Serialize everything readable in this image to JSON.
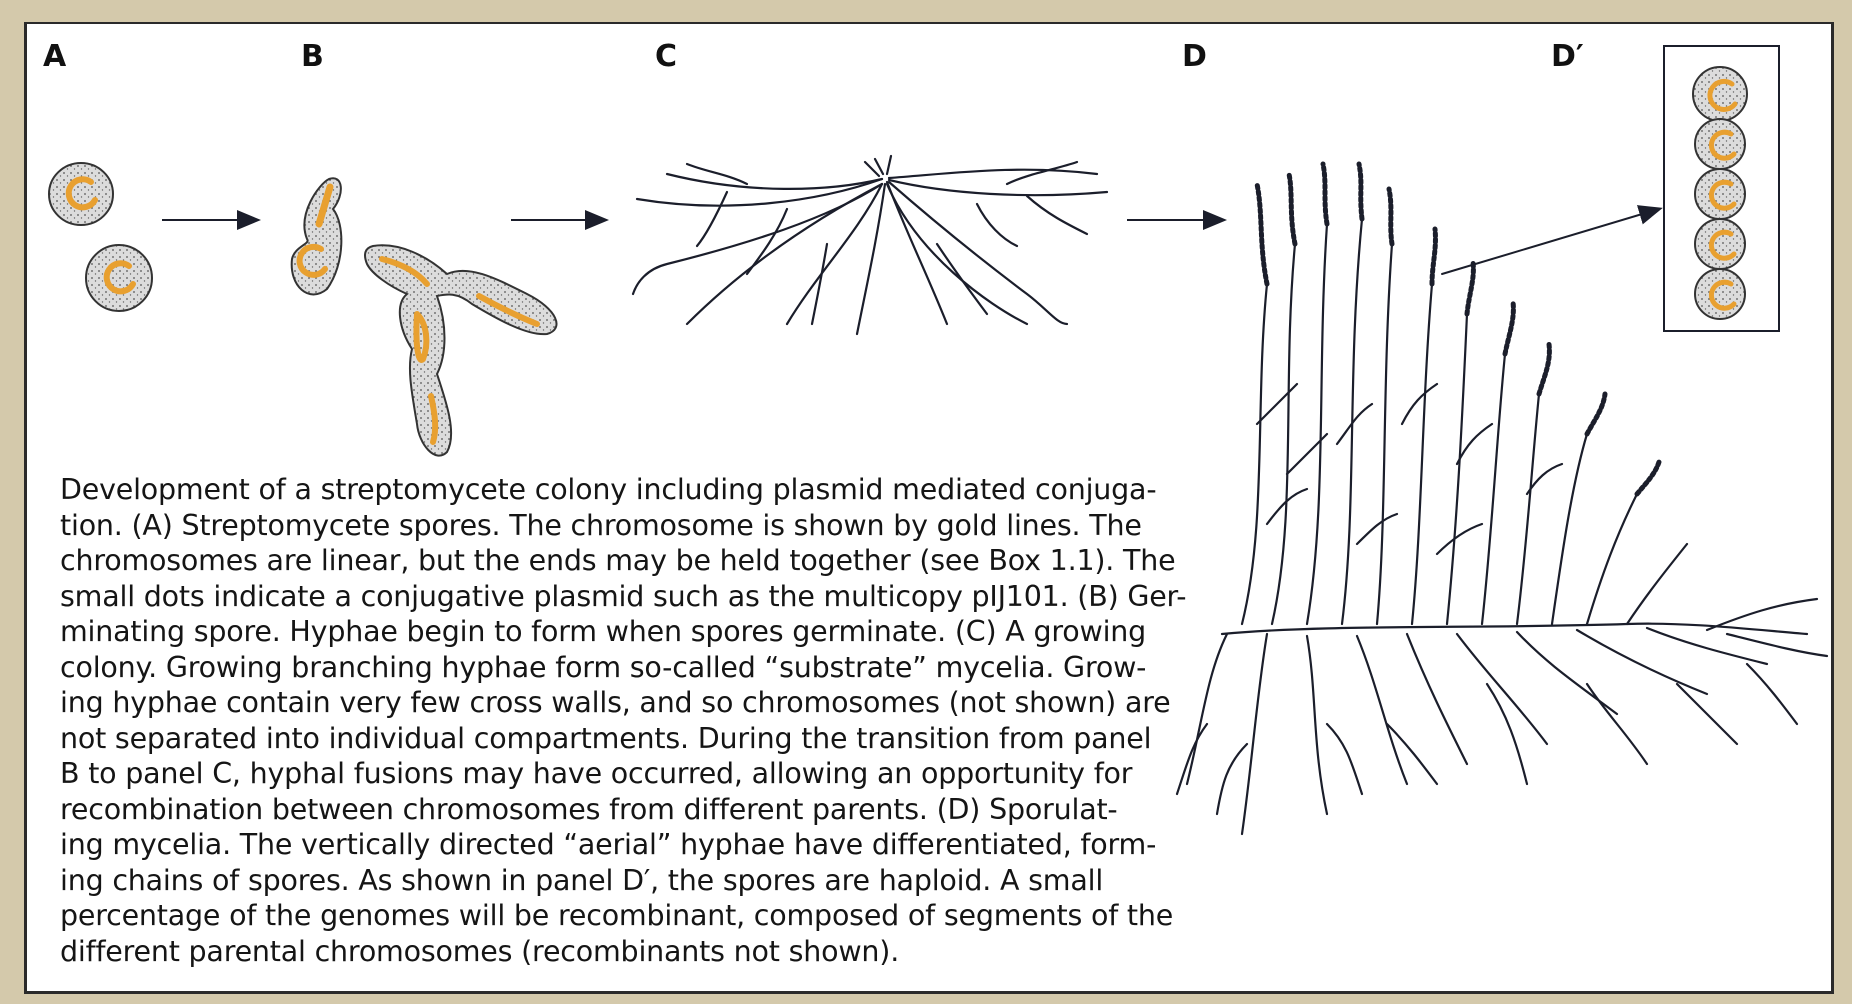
{
  "figure": {
    "panel_labels": {
      "A": "A",
      "B": "B",
      "C": "C",
      "D": "D",
      "D_prime": "D′"
    },
    "caption": "Development of a streptomycete colony including plasmid mediated conjuga-\ntion. (A) Streptomycete spores. The chromosome is shown by gold lines. The\nchromosomes are linear, but the ends may be held together (see Box 1.1). The\nsmall dots indicate a conjugative plasmid such as the multicopy pIJ101. (B) Ger-\nminating spore. Hyphae begin to form when spores germinate. (C) A growing\ncolony. Growing branching hyphae form so-called “substrate” mycelia. Grow-\ning hyphae contain very few cross walls, and so chromosomes (not shown) are\nnot separated into individual compartments. During the transition from panel\nB to panel C, hyphal fusions may have occurred, allowing an opportunity for\nrecombination between chromosomes from different parents. (D) Sporulat-\ning mycelia. The vertically directed “aerial” hyphae have differentiated, form-\ning chains of spores. As shown in panel D′, the spores are haploid. A small\npercentage of the genomes will be recombinant, composed of segments of the\ndifferent parental chromosomes (recombinants not shown)."
  },
  "colors": {
    "chromosome_gold": "#e8a030",
    "spore_fill": "#d9d9d9",
    "hyphae_ink": "#1b1e2b",
    "page_border": "#2a2a2a",
    "background_tan": "#d4c9ab"
  }
}
